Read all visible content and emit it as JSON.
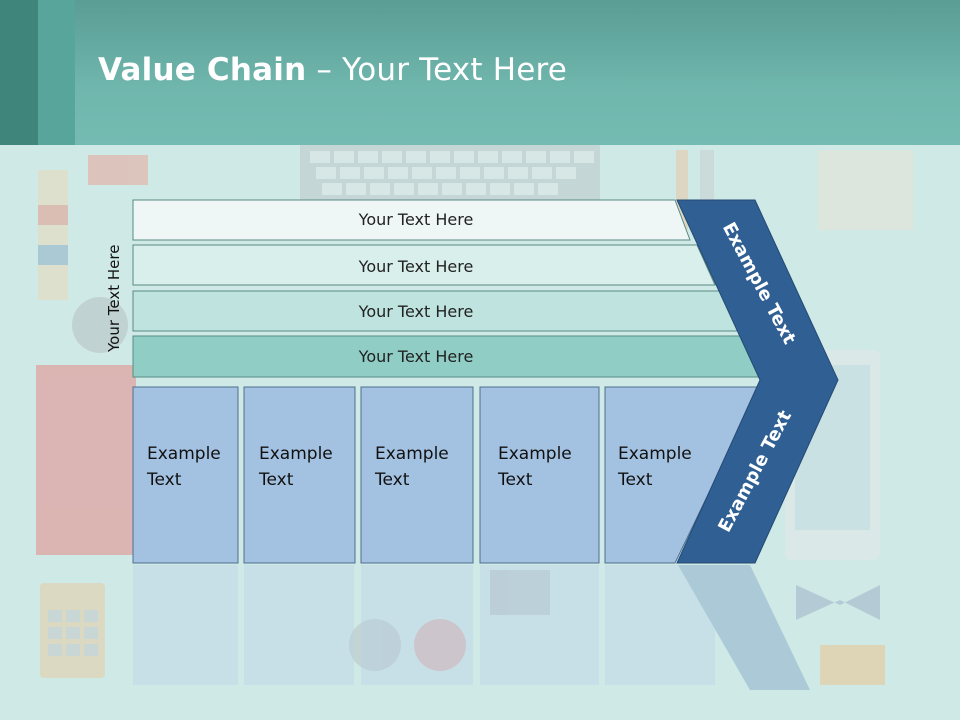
{
  "slide": {
    "title_bold": "Value Chain",
    "title_rest": " – Your Text Here",
    "side_label": "Your Text Here",
    "support_rows": [
      {
        "label": "Your Text Here",
        "fill": "#eef7f6"
      },
      {
        "label": "Your Text Here",
        "fill": "#d8efec"
      },
      {
        "label": "Your Text Here",
        "fill": "#bfe3de"
      },
      {
        "label": "Your Text Here",
        "fill": "#8fcdc5"
      }
    ],
    "primary_boxes": [
      {
        "line1": "Example",
        "line2": "Text"
      },
      {
        "line1": "Example",
        "line2": "Text"
      },
      {
        "line1": "Example",
        "line2": "Text"
      },
      {
        "line1": "Example",
        "line2": "Text"
      },
      {
        "line1": "Example",
        "line2": "Text"
      }
    ],
    "chevron_top": "Example Text",
    "chevron_bottom": "Example Text",
    "colors": {
      "header": "#6fb6ad",
      "chevron": "#2f5f93",
      "primary_box": "#a3c1e0"
    }
  }
}
